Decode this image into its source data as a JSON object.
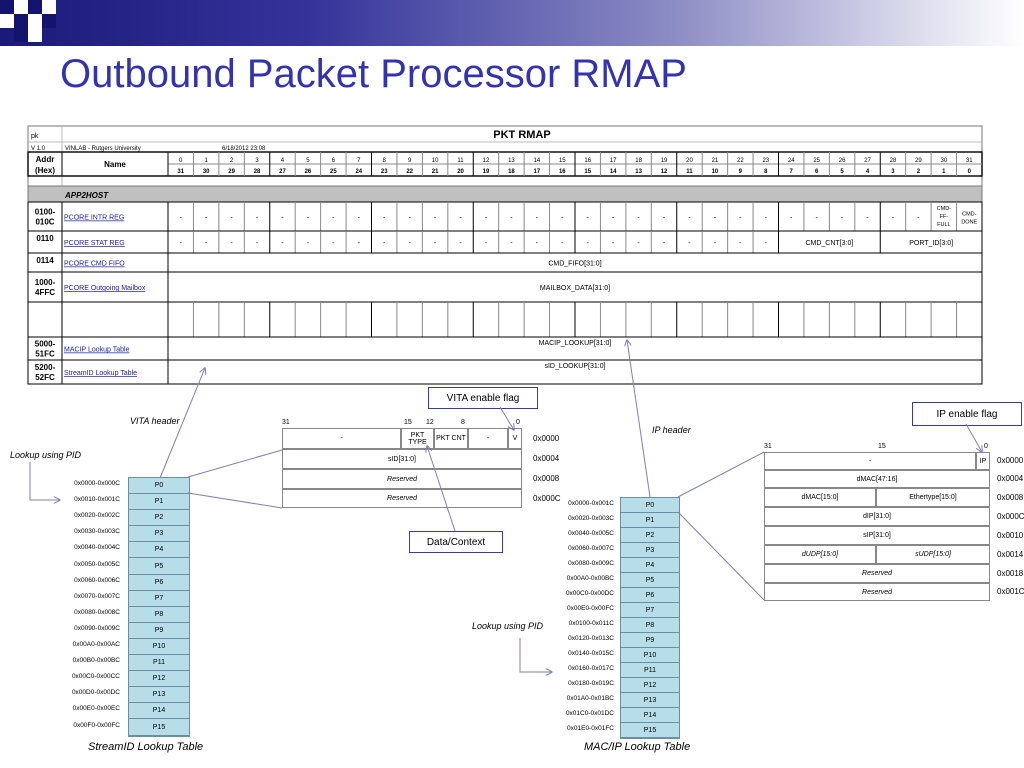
{
  "slide_title": "Outbound Packet Processor RMAP",
  "rmap": {
    "corner_label": "pk",
    "version": "V 1.0",
    "org": "VINLAB - Rutgers University",
    "date": "6/18/2012 23:08",
    "sheet_title": "PKT RMAP",
    "header_addr": "Addr (Hex)",
    "header_name": "Name",
    "bit_index_top": [
      "0",
      "1",
      "2",
      "3",
      "4",
      "5",
      "6",
      "7",
      "8",
      "9",
      "10",
      "11",
      "12",
      "13",
      "14",
      "15",
      "16",
      "17",
      "18",
      "19",
      "20",
      "21",
      "22",
      "23",
      "24",
      "25",
      "26",
      "27",
      "28",
      "29",
      "30",
      "31"
    ],
    "bit_index_bottom": [
      "31",
      "30",
      "29",
      "28",
      "27",
      "26",
      "25",
      "24",
      "23",
      "22",
      "21",
      "20",
      "19",
      "18",
      "17",
      "16",
      "15",
      "14",
      "13",
      "12",
      "11",
      "10",
      "9",
      "8",
      "7",
      "6",
      "5",
      "4",
      "3",
      "2",
      "1",
      "0"
    ],
    "section": "APP2HOST",
    "rows": [
      {
        "addr": "0100-010C",
        "name": "PCORE INTR REG",
        "fields": "bits",
        "tail": [
          "CMD-FF-FULL",
          "CMD-DONE"
        ]
      },
      {
        "addr": "0110",
        "name": "PCORE STAT REG",
        "fields": "split",
        "cmd_cnt": "CMD_CNT[3:0]",
        "port_id": "PORT_ID[3:0]"
      },
      {
        "addr": "0114",
        "name": "PCORE CMD FIFO",
        "fields": "span",
        "span": "CMD_FIFO[31:0]"
      },
      {
        "addr": "1000-4FFC",
        "name": "PCORE Outgoing Mailbox",
        "fields": "span",
        "span": "MAILBOX_DATA[31:0]"
      },
      {
        "addr": "",
        "name": "",
        "fields": "empty"
      },
      {
        "addr": "5000-51FC",
        "name": "MACIP Lookup Table",
        "fields": "span",
        "span": "MACIP_LOOKUP[31:0]"
      },
      {
        "addr": "5200-52FC",
        "name": "StreamID Lookup Table",
        "fields": "span",
        "span": "sID_LOOKUP[31:0]"
      }
    ],
    "dash": "-"
  },
  "vita": {
    "header_label": "VITA header",
    "flag_callout": "VITA enable flag",
    "data_callout": "Data/Context",
    "bit_labels": [
      "31",
      "15",
      "12",
      "8",
      "0"
    ],
    "row0": {
      "dash": "-",
      "pkt_type": "PKT TYPE",
      "pkt_cnt": "PKT CNT",
      "dash2": "-",
      "v": "V"
    },
    "rows": [
      "sID[31:0]",
      "Reserved",
      "Reserved"
    ],
    "offsets": [
      "0x0000",
      "0x0004",
      "0x0008",
      "0x000C"
    ]
  },
  "streamid_table": {
    "lookup_label": "Lookup using  PID",
    "caption": "StreamID Lookup Table",
    "ranges": [
      "0x0000-0x000C",
      "0x0010-0x001C",
      "0x0020-0x002C",
      "0x0030-0x003C",
      "0x0040-0x004C",
      "0x0050-0x005C",
      "0x0060-0x006C",
      "0x0070-0x007C",
      "0x0080-0x008C",
      "0x0090-0x009C",
      "0x00A0-0x00AC",
      "0x00B0-0x00BC",
      "0x00C0-0x00CC",
      "0x00D0-0x00DC",
      "0x00E0-0x00EC",
      "0x00F0-0x00FC"
    ],
    "slots": [
      "P0",
      "P1",
      "P2",
      "P3",
      "P4",
      "P5",
      "P6",
      "P7",
      "P8",
      "P9",
      "P10",
      "P11",
      "P12",
      "P13",
      "P14",
      "P15"
    ]
  },
  "ip": {
    "header_label": "IP header",
    "flag_callout": "IP enable flag",
    "bit_labels": [
      "31",
      "15",
      "0"
    ],
    "row0": {
      "dash": "-",
      "ip": "IP"
    },
    "rows": [
      {
        "full": "dMAC[47:16]"
      },
      {
        "left": "dMAC[15:0]",
        "right": "Ethertype[15:0]"
      },
      {
        "full": "dIP[31:0]"
      },
      {
        "full": "sIP[31:0]"
      },
      {
        "left": "dUDP[15:0]",
        "right": "sUDP[15:0]"
      },
      {
        "full": "Reserved"
      },
      {
        "full": "Reserved"
      }
    ],
    "offsets": [
      "0x0000",
      "0x0004",
      "0x0008",
      "0x000C",
      "0x0010",
      "0x0014",
      "0x0018",
      "0x001C"
    ]
  },
  "macip_table": {
    "lookup_label": "Lookup using  PID",
    "caption": "MAC/IP Lookup Table",
    "ranges": [
      "0x0000-0x001C",
      "0x0020-0x003C",
      "0x0040-0x005C",
      "0x0060-0x007C",
      "0x0080-0x009C",
      "0x00A0-0x00BC",
      "0x00C0-0x00DC",
      "0x00E0-0x00FC",
      "0x0100-0x011C",
      "0x0120-0x013C",
      "0x0140-0x015C",
      "0x0160-0x017C",
      "0x0180-0x019C",
      "0x01A0-0x01BC",
      "0x01C0-0x01DC",
      "0x01E0-0x01FC"
    ],
    "slots": [
      "P0",
      "P1",
      "P2",
      "P3",
      "P4",
      "P5",
      "P6",
      "P7",
      "P8",
      "P9",
      "P10",
      "P11",
      "P12",
      "P13",
      "P14",
      "P15"
    ]
  }
}
